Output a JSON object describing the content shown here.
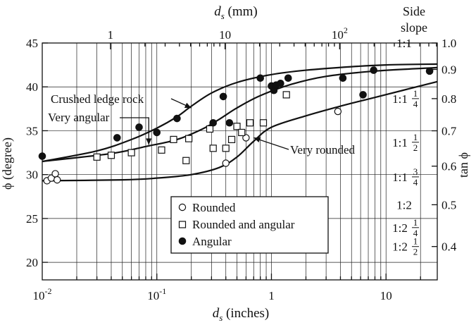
{
  "chart_data": {
    "type": "scatter",
    "top_axis": {
      "label_main": "d",
      "label_sub": "s",
      "label_unit": " (mm)",
      "ticks": [
        {
          "value": 1,
          "label": "1"
        },
        {
          "value": 10,
          "label": "10"
        },
        {
          "value": 100,
          "label_base": "10",
          "label_exp": "2"
        }
      ]
    },
    "bottom_axis": {
      "label_main": "d",
      "label_sub": "s",
      "label_unit": " (inches)",
      "xlim": [
        0.01,
        28
      ],
      "ticks": [
        {
          "value": 0.01,
          "label_base": "10",
          "label_exp": "-2"
        },
        {
          "value": 0.1,
          "label_base": "10",
          "label_exp": "-1"
        },
        {
          "value": 1,
          "label": "1"
        },
        {
          "value": 10,
          "label": "10"
        }
      ]
    },
    "left_axis": {
      "label": "ϕ (degree)",
      "ylim": [
        18,
        45
      ],
      "ticks": [
        20,
        25,
        30,
        35,
        40,
        45
      ]
    },
    "right_axis": {
      "label": "tan ϕ",
      "ticks": [
        "0.4",
        "0.5",
        "0.6",
        "0.7",
        "0.8",
        "0.9",
        "1.0"
      ],
      "tick_values": [
        0.4,
        0.5,
        0.6,
        0.7,
        0.8,
        0.9,
        1.0
      ]
    },
    "side_slope": {
      "title_line1": "Side",
      "title_line2": "slope",
      "labels": [
        {
          "phi": 45,
          "main": "1:1"
        },
        {
          "phi": 38.66,
          "main": "1:1",
          "frac_num": "1",
          "frac_den": "4"
        },
        {
          "phi": 33.69,
          "main": "1:1",
          "frac_num": "1",
          "frac_den": "2"
        },
        {
          "phi": 29.74,
          "main": "1:1",
          "frac_num": "3",
          "frac_den": "4"
        },
        {
          "phi": 26.57,
          "main": "1:2"
        },
        {
          "phi": 23.96,
          "main": "1:2",
          "frac_num": "1",
          "frac_den": "4"
        },
        {
          "phi": 21.8,
          "main": "1:2",
          "frac_num": "1",
          "frac_den": "2"
        }
      ]
    },
    "curves": [
      {
        "name": "Crushed ledge rock",
        "points": [
          [
            0.01,
            31.5
          ],
          [
            0.03,
            32.7
          ],
          [
            0.06,
            34
          ],
          [
            0.1,
            35.3
          ],
          [
            0.15,
            36.6
          ],
          [
            0.2,
            37.8
          ],
          [
            0.3,
            39.3
          ],
          [
            0.5,
            40.5
          ],
          [
            1,
            41.4
          ],
          [
            2,
            41.9
          ],
          [
            5,
            42.3
          ],
          [
            10,
            42.5
          ],
          [
            28,
            42.6
          ]
        ]
      },
      {
        "name": "Very angular",
        "points": [
          [
            0.01,
            31.5
          ],
          [
            0.04,
            32.4
          ],
          [
            0.08,
            33.2
          ],
          [
            0.15,
            34
          ],
          [
            0.25,
            35.2
          ],
          [
            0.35,
            36.3
          ],
          [
            0.5,
            37.6
          ],
          [
            0.8,
            39
          ],
          [
            1.5,
            40.3
          ],
          [
            3,
            41.2
          ],
          [
            8,
            41.8
          ],
          [
            28,
            42.2
          ]
        ]
      },
      {
        "name": "Very rounded",
        "points": [
          [
            0.01,
            29.3
          ],
          [
            0.05,
            29.4
          ],
          [
            0.1,
            29.6
          ],
          [
            0.2,
            30
          ],
          [
            0.35,
            30.8
          ],
          [
            0.5,
            32
          ],
          [
            0.7,
            33.8
          ],
          [
            1,
            35.4
          ],
          [
            2,
            36.7
          ],
          [
            4,
            37.8
          ],
          [
            8,
            38.8
          ],
          [
            28,
            40.6
          ]
        ]
      }
    ],
    "annotations": [
      {
        "text": "Crushed ledge rock",
        "arrow_to": [
          0.2,
          37.6
        ]
      },
      {
        "text": "Very angular",
        "arrow_to": [
          0.085,
          33.4
        ]
      },
      {
        "text": "Very rounded",
        "arrow_to": [
          0.7,
          34.2
        ]
      }
    ],
    "series": [
      {
        "name": "Rounded",
        "marker": "open-circle",
        "points": [
          [
            0.011,
            29.3
          ],
          [
            0.012,
            29.6
          ],
          [
            0.013,
            30.1
          ],
          [
            0.0135,
            29.4
          ],
          [
            0.4,
            31.3
          ],
          [
            0.6,
            34.2
          ],
          [
            3.8,
            37.2
          ]
        ]
      },
      {
        "name": "Rounded and angular",
        "marker": "open-square",
        "points": [
          [
            0.03,
            32
          ],
          [
            0.04,
            32.2
          ],
          [
            0.06,
            32.5
          ],
          [
            0.11,
            32.8
          ],
          [
            0.14,
            34
          ],
          [
            0.18,
            31.6
          ],
          [
            0.19,
            34.1
          ],
          [
            0.29,
            35.2
          ],
          [
            0.31,
            33
          ],
          [
            0.4,
            33
          ],
          [
            0.45,
            34
          ],
          [
            0.5,
            35.5
          ],
          [
            0.55,
            34.8
          ],
          [
            0.65,
            35.9
          ],
          [
            0.85,
            35.9
          ],
          [
            1.35,
            39.1
          ]
        ]
      },
      {
        "name": "Angular",
        "marker": "filled-circle",
        "points": [
          [
            0.01,
            32.1
          ],
          [
            0.045,
            34.2
          ],
          [
            0.07,
            35.4
          ],
          [
            0.1,
            34.8
          ],
          [
            0.15,
            36.4
          ],
          [
            0.31,
            35.9
          ],
          [
            0.38,
            38.9
          ],
          [
            0.43,
            35.9
          ],
          [
            0.8,
            41
          ],
          [
            1,
            40.1
          ],
          [
            1.05,
            39.6
          ],
          [
            1.1,
            40.2
          ],
          [
            1.2,
            40.4
          ],
          [
            1.4,
            41
          ],
          [
            4.2,
            41
          ],
          [
            6.3,
            39.1
          ],
          [
            7.8,
            41.9
          ],
          [
            24,
            41.8
          ]
        ]
      }
    ],
    "legend": {
      "placement": "lower-center",
      "entries": [
        "Rounded",
        "Rounded and angular",
        "Angular"
      ]
    }
  }
}
